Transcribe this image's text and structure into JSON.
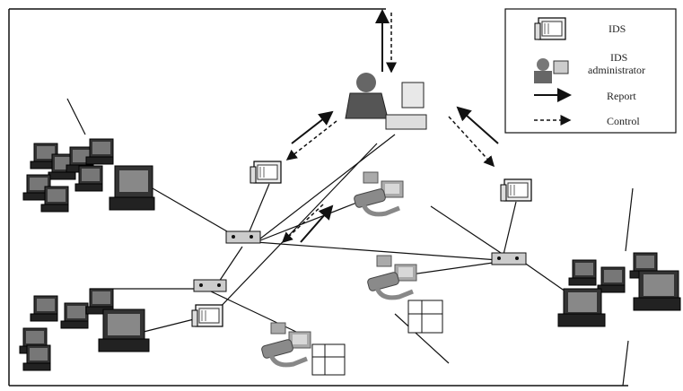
{
  "legend": {
    "items": [
      {
        "icon": "ids-monitor-icon",
        "label": "IDS"
      },
      {
        "icon": "administrator-icon",
        "label_line1": "IDS",
        "label_line2": "administrator"
      },
      {
        "icon": "solid-arrow-icon",
        "label": "Report"
      },
      {
        "icon": "dashed-arrow-icon",
        "label": "Control"
      }
    ]
  },
  "colors": {
    "line": "#111111",
    "ids_fill": "#f2f2f2",
    "computer_fill": "#555555",
    "gray_host": "#9a9a9a",
    "router_fill": "#cccccc"
  }
}
